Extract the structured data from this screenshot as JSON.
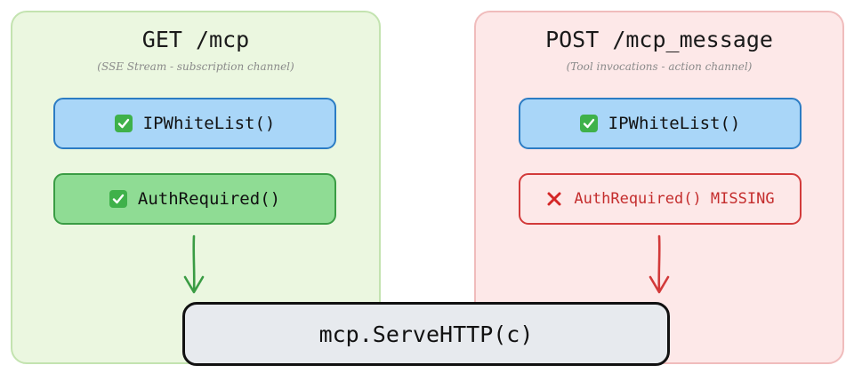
{
  "left_panel": {
    "title": "GET /mcp",
    "subtitle": "(SSE Stream - subscription channel)",
    "check_box_1": {
      "label": "IPWhiteList()",
      "icon": "check-icon"
    },
    "check_box_2": {
      "label": "AuthRequired()",
      "icon": "check-icon"
    },
    "color": "#ebf7e0"
  },
  "right_panel": {
    "title": "POST /mcp_message",
    "subtitle": "(Tool invocations - action channel)",
    "check_box_1": {
      "label": "IPWhiteList()",
      "icon": "check-icon"
    },
    "missing_box": {
      "label": "AuthRequired() MISSING",
      "icon": "cross-icon"
    },
    "color": "#fde8e8"
  },
  "handler": {
    "label": "mcp.ServeHTTP(c)"
  },
  "colors": {
    "blue_box": "#a9d6f8",
    "green_box": "#8fdc94",
    "missing_red": "#d23a3a",
    "green_arrow": "#3a9c44",
    "red_arrow": "#d23a3a"
  }
}
